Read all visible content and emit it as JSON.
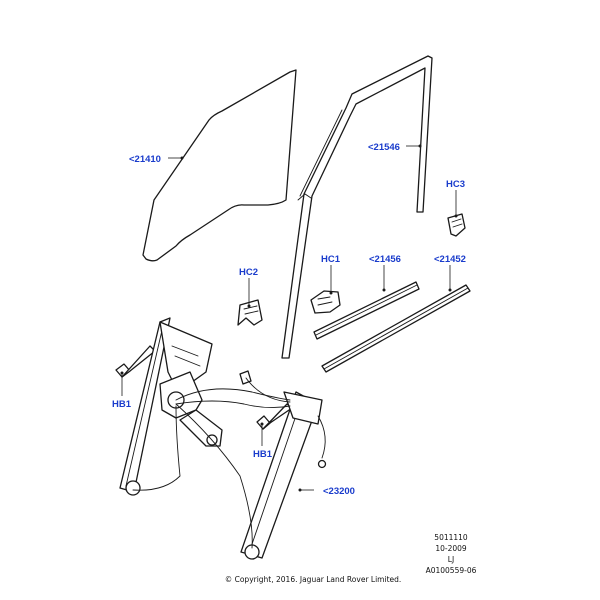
{
  "callouts": {
    "glass": "<21410",
    "run_channel": "<21546",
    "hc3": "HC3",
    "hc2": "HC2",
    "hc1": "HC1",
    "inner_weatherstrip": "<21456",
    "outer_weatherstrip": "<21452",
    "hb1_left": "HB1",
    "hb1_right": "HB1",
    "regulator": "<23200"
  },
  "meta": {
    "line1": "5011110",
    "line2": "10-2009",
    "line3": "LJ",
    "line4": "A0100559-06"
  },
  "copyright": "© Copyright, 2016. Jaguar Land Rover Limited.",
  "colors": {
    "callout": "#1a3ccc",
    "linework": "#1a1a1a"
  }
}
